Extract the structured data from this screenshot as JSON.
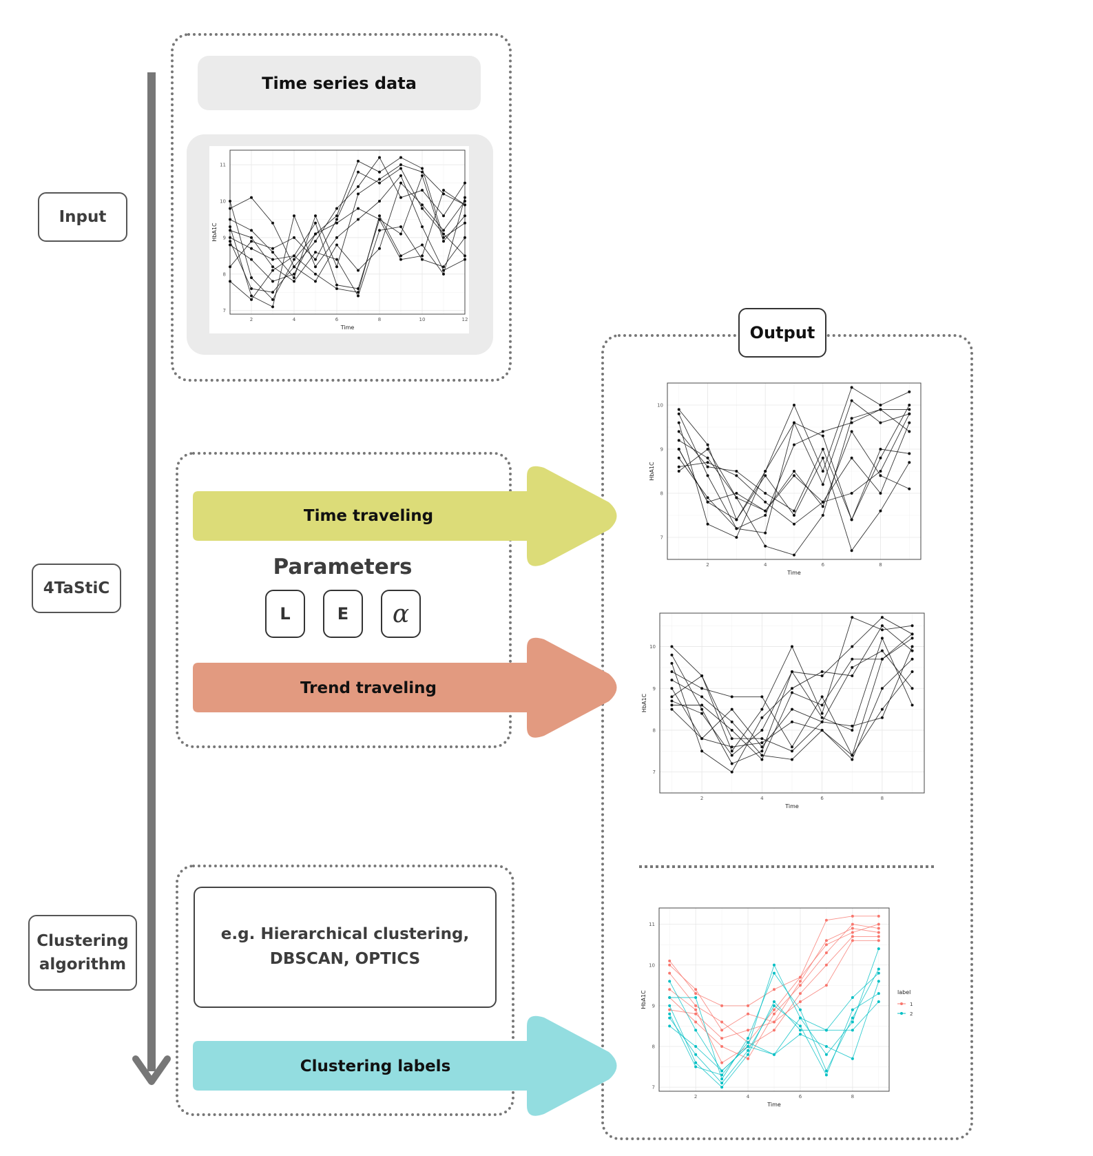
{
  "stages": {
    "input": "Input",
    "method": "4TaStiC",
    "clustering": "Clustering\nalgorithm"
  },
  "input_panel": {
    "title": "Time series data"
  },
  "method_panel": {
    "time_traveling": "Time traveling",
    "parameters_title": "Parameters",
    "params": [
      "L",
      "E",
      "α"
    ],
    "trend_traveling": "Trend traveling"
  },
  "clustering_panel": {
    "examples": "e.g. Hierarchical clustering,\nDBSCAN, OPTICS",
    "labels_arrow": "Clustering labels"
  },
  "output_panel": {
    "title": "Output"
  },
  "colors": {
    "time_traveling": "#dcdc78",
    "trend_traveling": "#e29a80",
    "clustering_labels": "#93dde0",
    "cluster_1": "#f8766d",
    "cluster_2": "#00bfc4"
  },
  "chart_data": [
    {
      "type": "line",
      "xlabel": "Time",
      "ylabel": "HbA1C",
      "xlim": [
        1,
        12
      ],
      "ylim": [
        6.9,
        11.4
      ],
      "xticks": [
        2,
        4,
        6,
        8,
        10,
        12
      ],
      "yticks": [
        7,
        8,
        9,
        10,
        11
      ],
      "grid": true,
      "x": [
        1,
        2,
        3,
        4,
        5,
        6,
        7,
        8,
        9,
        10,
        11,
        12
      ],
      "series": [
        {
          "values": [
            10.0,
            7.9,
            7.3,
            8.4,
            9.1,
            9.6,
            11.1,
            10.8,
            11.2,
            10.9,
            9.0,
            9.4
          ]
        },
        {
          "values": [
            9.8,
            10.1,
            9.4,
            8.2,
            8.9,
            9.8,
            10.4,
            11.2,
            10.1,
            10.3,
            9.6,
            10.5
          ]
        },
        {
          "values": [
            9.5,
            9.2,
            8.6,
            7.9,
            9.6,
            8.2,
            10.2,
            10.6,
            11.0,
            10.8,
            10.2,
            9.9
          ]
        },
        {
          "values": [
            9.3,
            7.4,
            7.1,
            9.6,
            8.2,
            9.0,
            9.5,
            10.0,
            10.7,
            9.3,
            8.1,
            8.4
          ]
        },
        {
          "values": [
            9.2,
            9.0,
            8.2,
            7.8,
            8.6,
            8.4,
            7.4,
            9.2,
            9.3,
            8.4,
            8.2,
            9.0
          ]
        },
        {
          "values": [
            9.0,
            8.7,
            8.4,
            8.5,
            9.4,
            7.7,
            7.6,
            9.5,
            9.1,
            10.7,
            8.9,
            9.6
          ]
        },
        {
          "values": [
            8.9,
            7.6,
            7.5,
            8.2,
            7.8,
            8.8,
            8.1,
            8.7,
            10.5,
            9.9,
            9.2,
            10.0
          ]
        },
        {
          "values": [
            8.8,
            8.4,
            7.8,
            8.0,
            9.1,
            9.4,
            9.8,
            9.5,
            8.4,
            8.5,
            10.3,
            9.9
          ]
        },
        {
          "values": [
            8.2,
            8.9,
            8.7,
            9.0,
            8.4,
            9.5,
            10.8,
            10.5,
            10.9,
            9.8,
            9.1,
            8.5
          ]
        },
        {
          "values": [
            7.8,
            7.3,
            8.1,
            8.5,
            8.0,
            7.6,
            7.5,
            9.6,
            8.5,
            8.8,
            8.0,
            10.1
          ]
        }
      ]
    },
    {
      "type": "line",
      "xlabel": "Time",
      "ylabel": "HbA1C",
      "xlim": [
        0.6,
        9.4
      ],
      "ylim": [
        6.5,
        10.5
      ],
      "xticks": [
        2,
        4,
        6,
        8
      ],
      "yticks": [
        7,
        8,
        9,
        10
      ],
      "grid": true,
      "x": [
        1,
        2,
        3,
        4,
        5,
        6,
        7,
        8,
        9
      ],
      "series": [
        {
          "values": [
            9.9,
            9.1,
            7.4,
            8.5,
            10.0,
            8.5,
            10.4,
            10.0,
            10.3
          ]
        },
        {
          "values": [
            9.8,
            8.4,
            7.2,
            7.5,
            9.1,
            9.4,
            9.6,
            9.9,
            9.9
          ]
        },
        {
          "values": [
            9.6,
            7.3,
            7.0,
            8.5,
            9.6,
            8.2,
            10.1,
            9.6,
            9.8
          ]
        },
        {
          "values": [
            9.4,
            8.6,
            8.5,
            8.0,
            7.6,
            9.0,
            7.4,
            8.8,
            10.0
          ]
        },
        {
          "values": [
            9.2,
            8.8,
            7.9,
            6.8,
            6.6,
            7.5,
            9.7,
            9.9,
            9.4
          ]
        },
        {
          "values": [
            9.0,
            7.8,
            8.0,
            7.6,
            8.4,
            7.8,
            8.0,
            8.5,
            9.8
          ]
        },
        {
          "values": [
            9.0,
            7.8,
            7.4,
            8.4,
            7.5,
            8.8,
            6.7,
            7.6,
            8.7
          ]
        },
        {
          "values": [
            8.8,
            7.9,
            7.2,
            7.1,
            9.6,
            9.3,
            7.4,
            9.0,
            8.9
          ]
        },
        {
          "values": [
            8.6,
            8.7,
            8.4,
            7.8,
            7.3,
            7.8,
            8.8,
            8.0,
            9.6
          ]
        },
        {
          "values": [
            8.5,
            9.0,
            7.9,
            7.6,
            8.5,
            7.7,
            9.4,
            8.4,
            8.1
          ]
        }
      ]
    },
    {
      "type": "line",
      "xlabel": "Time",
      "ylabel": "HbA1C",
      "xlim": [
        0.6,
        9.4
      ],
      "ylim": [
        6.5,
        10.8
      ],
      "xticks": [
        2,
        4,
        6,
        8
      ],
      "yticks": [
        7,
        8,
        9,
        10
      ],
      "grid": true,
      "x": [
        1,
        2,
        3,
        4,
        5,
        6,
        7,
        8,
        9
      ],
      "series": [
        {
          "values": [
            10.0,
            9.3,
            7.5,
            8.5,
            10.0,
            8.4,
            10.7,
            10.4,
            10.5
          ]
        },
        {
          "values": [
            9.8,
            8.5,
            7.2,
            7.5,
            9.4,
            9.3,
            10.0,
            10.7,
            10.3
          ]
        },
        {
          "values": [
            9.6,
            7.5,
            7.0,
            8.3,
            9.0,
            9.4,
            9.3,
            10.5,
            9.9
          ]
        },
        {
          "values": [
            9.4,
            9.0,
            8.8,
            8.8,
            7.6,
            8.8,
            7.4,
            9.7,
            10.2
          ]
        },
        {
          "values": [
            9.2,
            8.8,
            8.2,
            7.4,
            7.3,
            8.0,
            7.3,
            9.0,
            9.7
          ]
        },
        {
          "values": [
            9.0,
            7.8,
            8.5,
            7.6,
            8.5,
            8.2,
            8.1,
            8.3,
            10.0
          ]
        },
        {
          "values": [
            8.8,
            9.3,
            7.8,
            7.8,
            7.5,
            8.2,
            9.5,
            9.9,
            9.0
          ]
        },
        {
          "values": [
            8.7,
            8.4,
            7.4,
            8.0,
            9.4,
            8.3,
            8.0,
            10.2,
            8.6
          ]
        },
        {
          "values": [
            8.6,
            8.6,
            8.0,
            7.3,
            8.9,
            8.6,
            9.7,
            9.7,
            10.3
          ]
        },
        {
          "values": [
            8.5,
            7.8,
            7.6,
            7.7,
            8.2,
            8.0,
            7.4,
            8.5,
            9.4
          ]
        }
      ]
    },
    {
      "type": "line",
      "xlabel": "Time",
      "ylabel": "HbA1C",
      "xlim": [
        0.6,
        9.4
      ],
      "ylim": [
        6.9,
        11.4
      ],
      "xticks": [
        2,
        4,
        6,
        8
      ],
      "yticks": [
        7,
        8,
        9,
        10,
        11
      ],
      "grid": true,
      "legend": {
        "title": "label",
        "entries": [
          "1",
          "2"
        ],
        "position": "right"
      },
      "x": [
        1,
        2,
        3,
        4,
        5,
        6,
        7,
        8,
        9
      ],
      "series": [
        {
          "name": "1",
          "values": [
            10.1,
            9.3,
            9.0,
            9.0,
            9.4,
            9.7,
            11.1,
            11.2,
            11.2
          ]
        },
        {
          "name": "1",
          "values": [
            10.0,
            9.4,
            8.4,
            8.8,
            8.6,
            9.6,
            10.6,
            10.9,
            10.8
          ]
        },
        {
          "name": "1",
          "values": [
            9.8,
            9.0,
            8.6,
            8.1,
            8.9,
            9.7,
            10.5,
            10.8,
            11.0
          ]
        },
        {
          "name": "1",
          "values": [
            9.4,
            8.9,
            7.6,
            8.0,
            8.4,
            9.3,
            10.0,
            10.7,
            10.7
          ]
        },
        {
          "name": "1",
          "values": [
            9.2,
            8.6,
            8.0,
            7.7,
            8.8,
            9.5,
            10.3,
            11.0,
            10.9
          ]
        },
        {
          "name": "1",
          "values": [
            8.9,
            8.8,
            8.2,
            8.4,
            8.6,
            9.1,
            9.5,
            10.6,
            10.6
          ]
        },
        {
          "name": "2",
          "values": [
            9.6,
            8.4,
            7.4,
            8.0,
            10.0,
            8.7,
            7.8,
            8.6,
            10.4
          ]
        },
        {
          "name": "2",
          "values": [
            9.2,
            9.2,
            7.2,
            8.2,
            9.8,
            8.9,
            7.4,
            8.7,
            9.9
          ]
        },
        {
          "name": "2",
          "values": [
            9.0,
            7.6,
            7.0,
            7.8,
            9.1,
            8.4,
            8.4,
            9.2,
            9.8
          ]
        },
        {
          "name": "2",
          "values": [
            8.8,
            7.5,
            7.3,
            8.1,
            7.8,
            8.3,
            8.0,
            7.7,
            9.6
          ]
        },
        {
          "name": "2",
          "values": [
            8.7,
            7.8,
            7.1,
            7.9,
            9.0,
            8.5,
            7.3,
            8.9,
            9.3
          ]
        },
        {
          "name": "2",
          "values": [
            8.5,
            8.0,
            7.4,
            8.0,
            7.8,
            8.7,
            8.4,
            8.4,
            9.1
          ]
        }
      ]
    }
  ]
}
